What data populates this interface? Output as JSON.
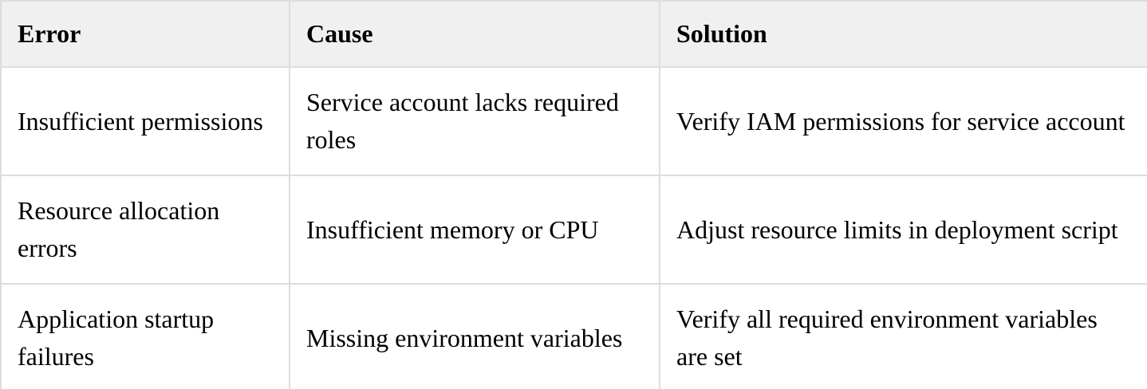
{
  "table": {
    "columns": [
      {
        "label": "Error"
      },
      {
        "label": "Cause"
      },
      {
        "label": "Solution"
      }
    ],
    "rows": [
      {
        "error": "Insufficient permissions",
        "cause": "Service account lacks required roles",
        "solution": "Verify IAM permissions for service account"
      },
      {
        "error": "Resource allocation errors",
        "cause": "Insufficient memory or CPU",
        "solution": "Adjust resource limits in deployment script"
      },
      {
        "error": "Application startup failures",
        "cause": "Missing environment variables",
        "solution": "Verify all required environment variables are set"
      }
    ]
  },
  "colors": {
    "header_background": "#f0f0f0",
    "border": "#dddddd",
    "text": "#000000"
  }
}
